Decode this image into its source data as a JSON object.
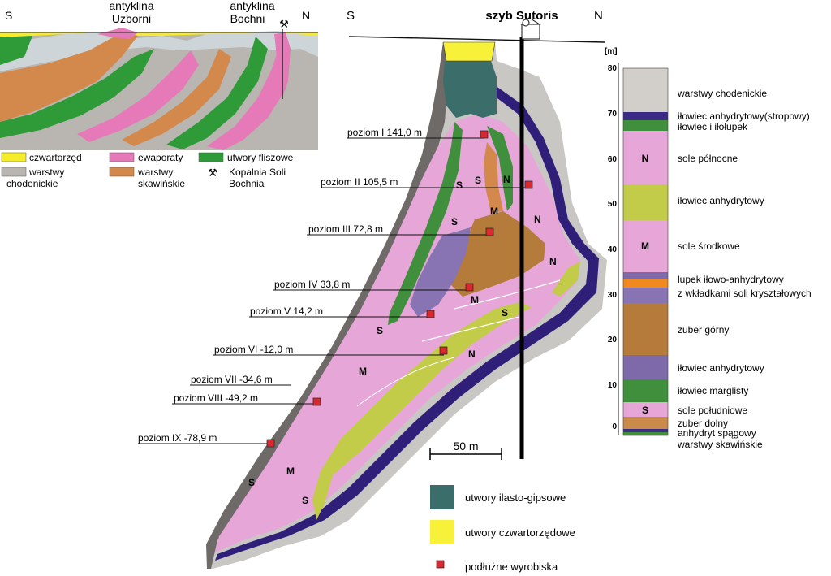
{
  "inset": {
    "compass": {
      "south": "S",
      "north": "N"
    },
    "anticline_uzborni": {
      "line1": "antyklina",
      "line2": "Uzborni"
    },
    "anticline_bochni": {
      "line1": "antyklina",
      "line2": "Bochni"
    },
    "legend": [
      {
        "label": "czwartorzęd",
        "color": "#f5ec2a"
      },
      {
        "label": "ewaporaty",
        "color": "#e679b8"
      },
      {
        "label": "utwory fliszowe",
        "color": "#2f9b38"
      },
      {
        "label_line1": "warstwy",
        "label_line2": "chodenickie",
        "color": "#b9b6b1"
      },
      {
        "label_line1": "warstwy",
        "label_line2": "skawińskie",
        "color": "#d4894c"
      },
      {
        "label_line1": "Kopalnia Soli",
        "label_line2": "Bochnia",
        "symbol": "mine-symbol"
      }
    ]
  },
  "section": {
    "compass": {
      "south": "S",
      "north": "N"
    },
    "shaft_label": "szyb Sutoris",
    "levels": [
      {
        "label": "poziom I  141,0 m"
      },
      {
        "label": "poziom II  105,5 m"
      },
      {
        "label": "poziom III  72,8 m"
      },
      {
        "label": "poziom IV  33,8 m"
      },
      {
        "label": "poziom V  14,2 m"
      },
      {
        "label": "poziom VI   -12,0 m"
      },
      {
        "label": "poziom VII  -34,6 m"
      },
      {
        "label": "poziom VIII  -49,2 m"
      },
      {
        "label": "poziom IX -78,9 m"
      }
    ],
    "letters": {
      "s": "S",
      "n": "N",
      "m": "M"
    },
    "scale_label": "50 m"
  },
  "legend_bottom": [
    {
      "label": "utwory ilasto-gipsowe",
      "color": "#3b6e6a"
    },
    {
      "label": "utwory czwartorzędowe",
      "color": "#f7f13a"
    },
    {
      "label": "podłużne wyrobiska",
      "color": "#d9282f",
      "symbol": "square-marker"
    }
  ],
  "column": {
    "unit": "[m]",
    "ticks": [
      "80",
      "70",
      "60",
      "50",
      "40",
      "30",
      "20",
      "10",
      "0"
    ],
    "units": [
      {
        "label": "warstwy chodenickie",
        "color": "#d2ceca"
      },
      {
        "label": "iłowiec anhydrytowy(stropowy)",
        "color": "#3b2a86"
      },
      {
        "label": "iłowiec i iłołupek",
        "color": "#3f8f3c"
      },
      {
        "label": "sole północne",
        "letter": "N",
        "color": "#e6a6d8"
      },
      {
        "label": "iłowiec anhydrytowy",
        "color": "#c3cc48"
      },
      {
        "label": "sole środkowe",
        "letter": "M",
        "color": "#e6a6d8"
      },
      {
        "label": "łupek iłowo-anhydrytowy",
        "color": "#7e6aa8"
      },
      {
        "label": "",
        "color": "#f08a1e"
      },
      {
        "label": "z wkładkami soli kryształowych",
        "color": "#8873b3"
      },
      {
        "label": "zuber górny",
        "color": "#b57b3a"
      },
      {
        "label": "iłowiec anhydrytowy",
        "color": "#7e6aa8"
      },
      {
        "label": "iłowiec marglisty",
        "color": "#3f8f3c"
      },
      {
        "label": "sole południowe",
        "letter": "S",
        "color": "#e6a6d8"
      },
      {
        "label": "zuber dolny",
        "color": "#c98a4a"
      },
      {
        "label": "anhydryt spągowy",
        "color": "#3b2a86"
      },
      {
        "label": "warstwy skawińskie",
        "color": "#3f8f3c"
      }
    ]
  }
}
